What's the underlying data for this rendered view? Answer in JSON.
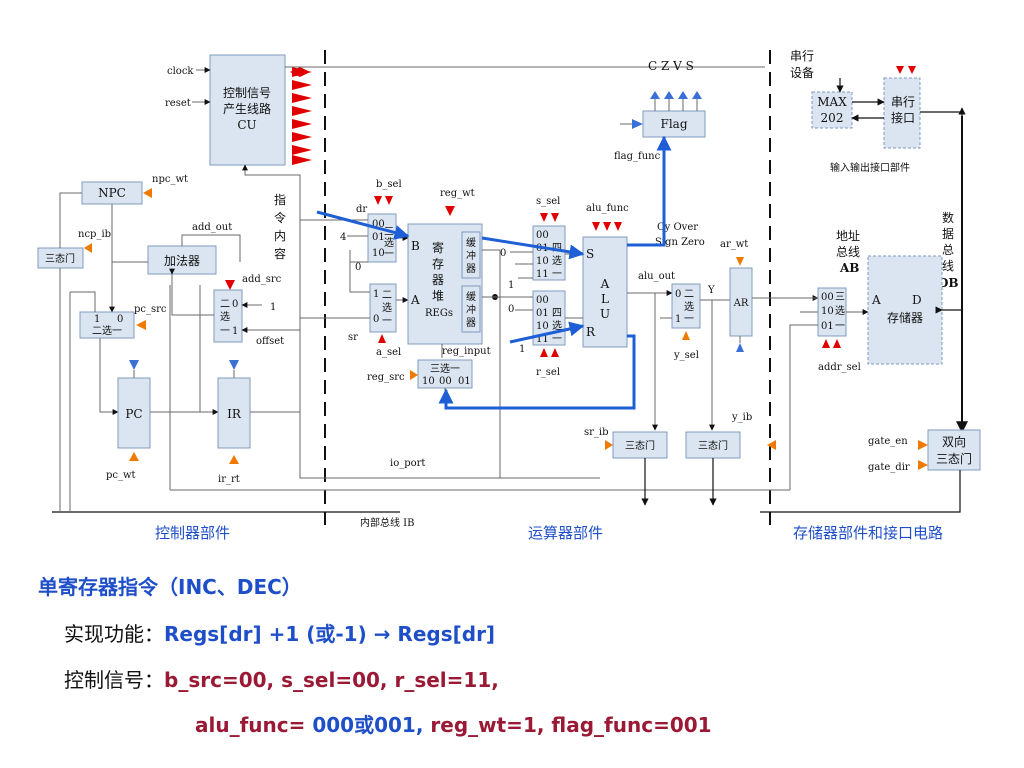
{
  "diagram": {
    "clock": "clock",
    "reset": "reset",
    "cu": [
      "控制信号",
      "产生线路",
      "CU"
    ],
    "czvs": "C Z V S",
    "flag": "Flag",
    "flag_func": "flag_func",
    "serial_dev": [
      "串行",
      "设备"
    ],
    "max202": [
      "MAX",
      "202"
    ],
    "serial_port": [
      "串行",
      "接口"
    ],
    "io_part": "输入输出接口部件",
    "npc_wt": "npc_wt",
    "npc": "NPC",
    "ncp_ib": "ncp_ib",
    "tristate": "三态门",
    "add_out": "add_out",
    "adder": "加法器",
    "add_src": "add_src",
    "mux2_in1": "0",
    "mux2_in2": "1",
    "mux2_text": [
      "二",
      "选",
      "一"
    ],
    "one": "1",
    "offset": "offset",
    "pc_src": "pc_src",
    "mux2_pc": "二选一",
    "pc": "PC",
    "ir": "IR",
    "pc_wt": "pc_wt",
    "ir_rt": "ir_rt",
    "instr": [
      "指",
      "令",
      "内",
      "容"
    ],
    "b_sel": "b_sel",
    "dr": "dr",
    "four": "4",
    "zero": "0",
    "sr": "sr",
    "a_sel": "a_sel",
    "mux3_lines": [
      "00",
      "01",
      "10"
    ],
    "mux3_side": [
      "三",
      "选",
      "一"
    ],
    "mux2_small": [
      "1",
      "0",
      "二",
      "选",
      "一"
    ],
    "reg_wt": "reg_wt",
    "regs": [
      "B",
      "寄",
      "存",
      "器",
      "堆",
      "REGs",
      "A"
    ],
    "buffer": [
      "缓",
      "冲",
      "器"
    ],
    "reg_input": "reg_input",
    "reg_src": "reg_src",
    "mux3_bottom": [
      "三选一",
      "10",
      "00",
      "01"
    ],
    "s_sel": "s_sel",
    "r_sel": "r_sel",
    "mux4_lines": [
      "00",
      "01",
      "10",
      "11"
    ],
    "mux4_side": [
      "四",
      "选",
      "一"
    ],
    "alu_func": "alu_func",
    "alu_sr": [
      "S",
      "R"
    ],
    "alu": [
      "A",
      "L",
      "U"
    ],
    "cy_over": [
      "Cy  Over",
      "Sign Zero"
    ],
    "alu_out": "alu_out",
    "y": "Y",
    "ar_wt": "ar_wt",
    "ar": "AR",
    "y_sel": "y_sel",
    "y_ib": "y_ib",
    "sr_ib": "sr_ib",
    "io_port": "io_port",
    "addr_bus": [
      "地址",
      "总线",
      "AB"
    ],
    "data_bus": [
      "数",
      "据",
      "总",
      "线",
      "DB"
    ],
    "mem": [
      "A",
      "D",
      "存储器"
    ],
    "mem_mux": [
      "00",
      "10",
      "01",
      "三",
      "选",
      "一"
    ],
    "addr_sel": "addr_sel",
    "gate_en": "gate_en",
    "gate_dir": "gate_dir",
    "bidir": [
      "双向",
      "三态门"
    ],
    "section_ctrl": "控制器部件",
    "section_bus": "内部总线 IB",
    "section_alu": "运算器部件",
    "section_mem": "存储器部件和接口电路"
  },
  "text": {
    "title": "单寄存器指令（INC、DEC）",
    "func_label": "实现功能：",
    "func_value": "Regs[dr]  +1 (或-1) → Regs[dr]",
    "ctrl_label": "控制信号：",
    "ctrl_line1": "b_src=00,   s_sel=00,   r_sel=11,",
    "ctrl_line2_a": "alu_func= ",
    "ctrl_line2_b": "000或001,",
    "ctrl_line2_c": "   reg_wt=1,    flag_func=001"
  }
}
